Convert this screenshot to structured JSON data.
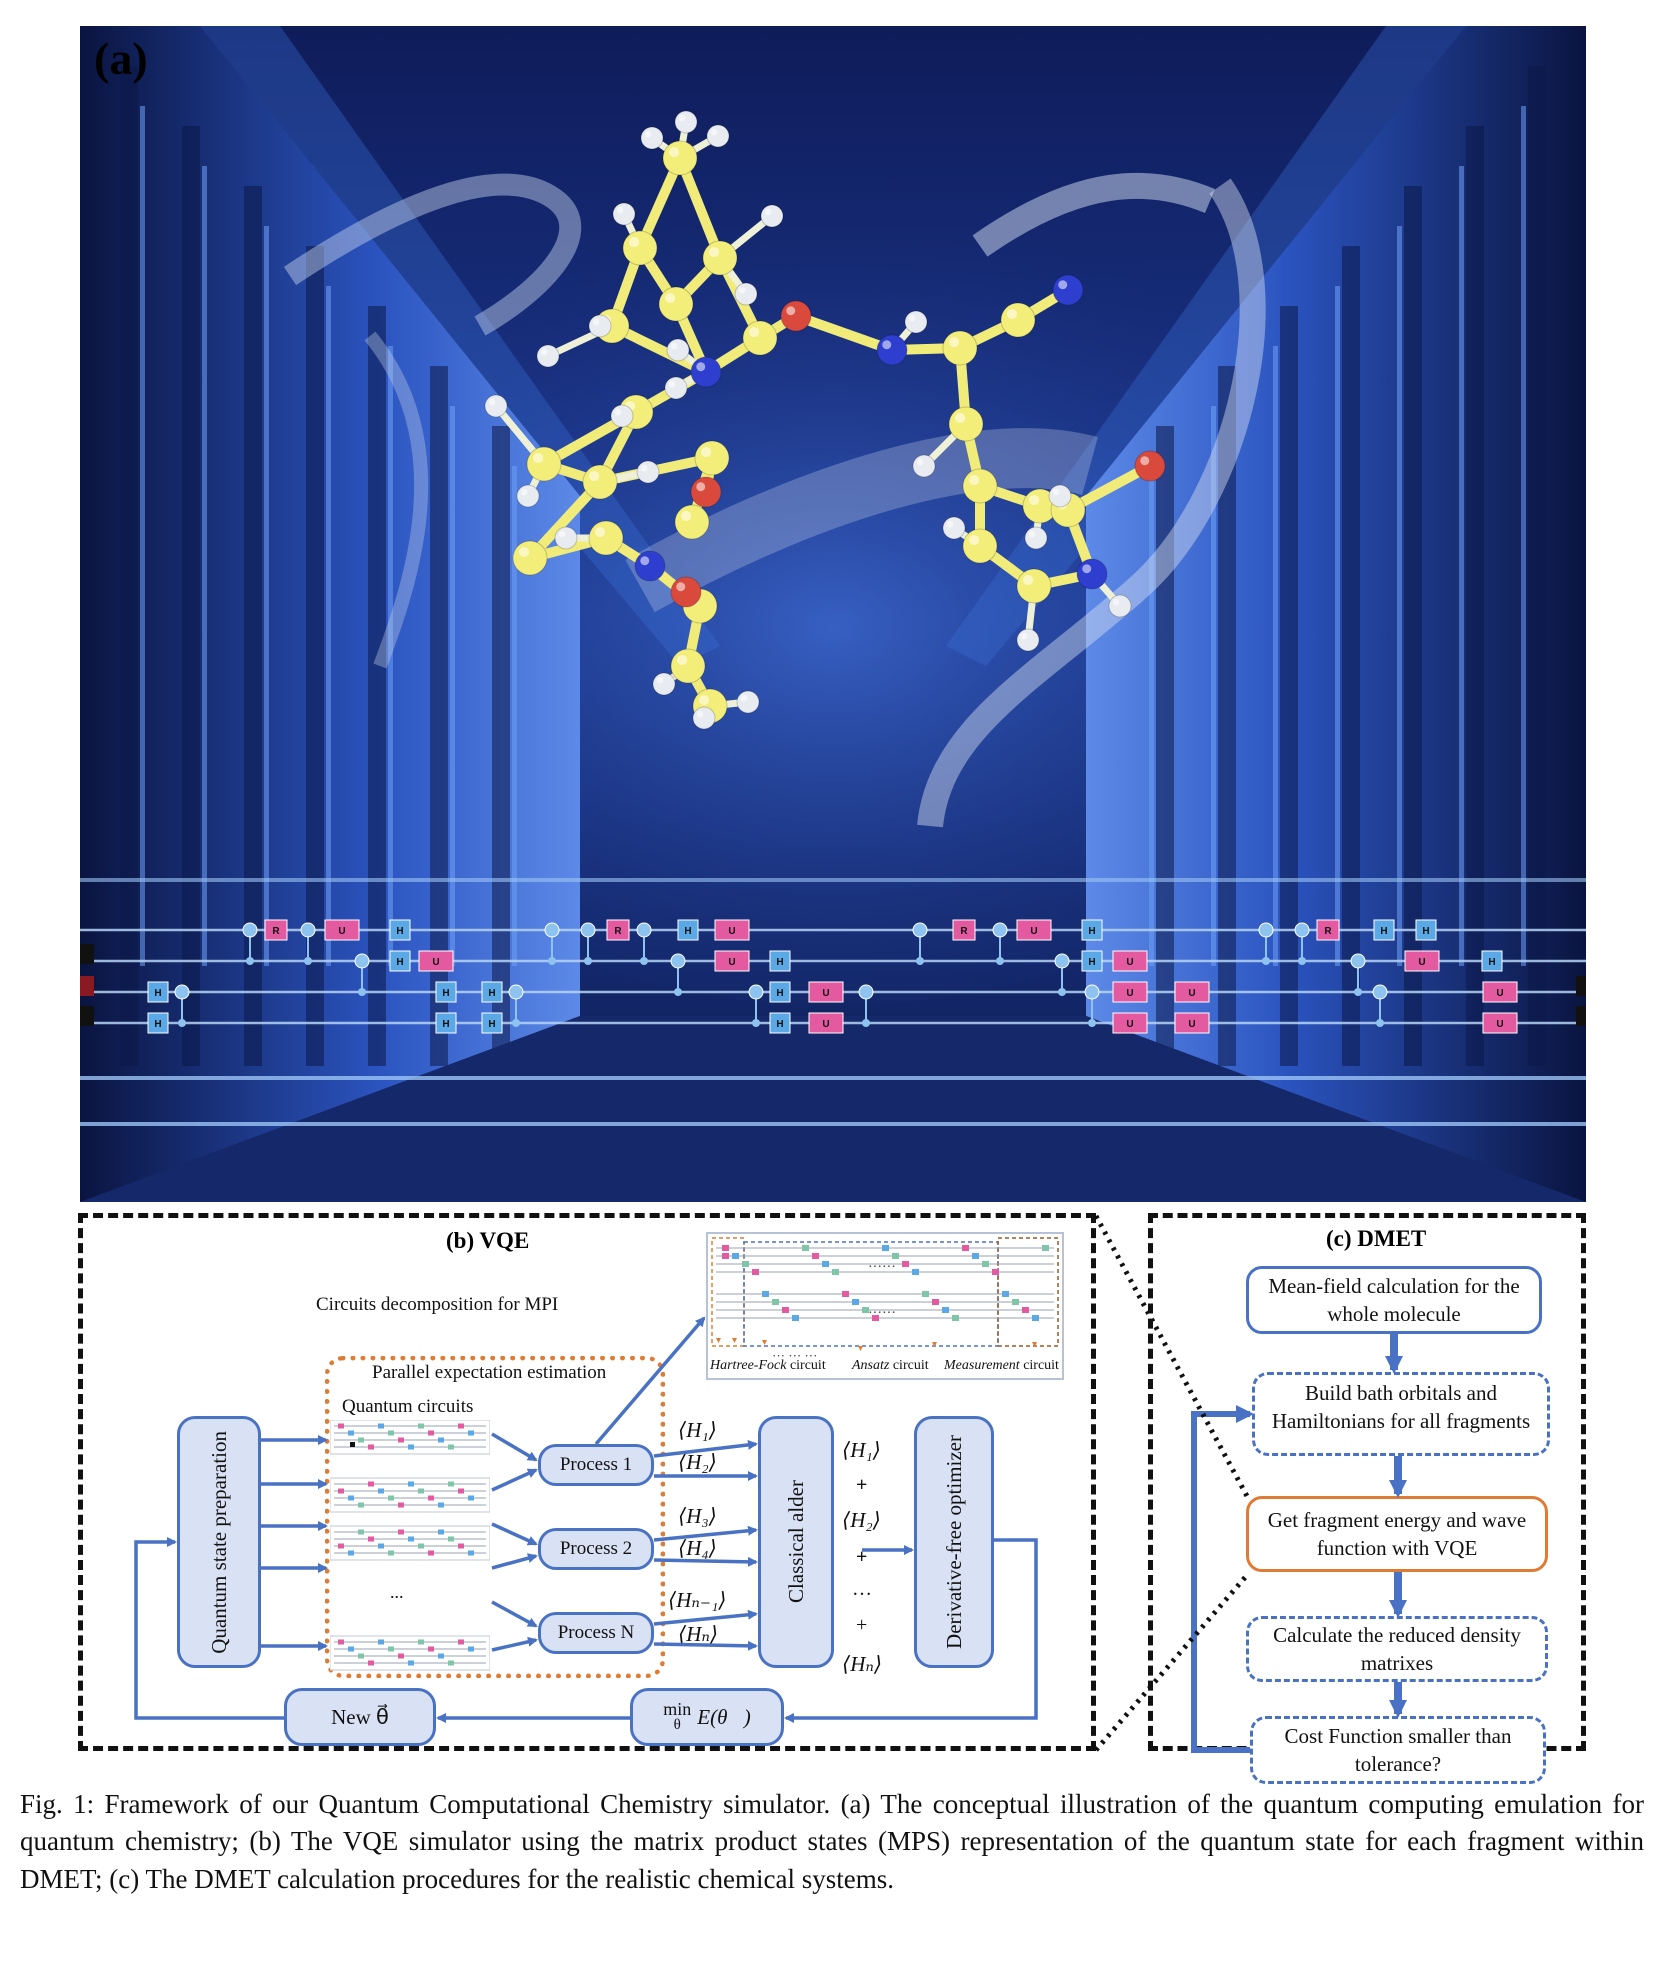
{
  "panel_a": {
    "label": "(a)",
    "gate_labels": [
      "H",
      "R",
      "U"
    ]
  },
  "panel_b": {
    "title": "(b) VQE",
    "circuits_decomposition": "Circuits decomposition for MPI",
    "parallel_estimation": "Parallel expectation estimation",
    "quantum_circuits": "Quantum circuits",
    "state_preparation": "Quantum state preparation",
    "processes": [
      "Process 1",
      "Process 2",
      "Process N"
    ],
    "ellipsis": "...",
    "classical_adder": "Classical alder",
    "optimizer": "Derivative-free optimizer",
    "new_theta": "New θ⃗",
    "min_energy_min": "min",
    "min_energy_sub": "θ",
    "min_energy_expr": "E(θ⃗)",
    "expectations_left": [
      "⟨H₁⟩",
      "⟨H₂⟩",
      "⟨H₃⟩",
      "⟨H₄⟩",
      "⟨Hₙ₋₁⟩",
      "⟨Hₙ⟩"
    ],
    "sum_terms": [
      "⟨H₁⟩",
      "+",
      "⟨H₂⟩",
      "+",
      "…",
      "+",
      "⟨Hₙ⟩"
    ],
    "inset": {
      "hf": "Hartree-Fock",
      "ansatz": "Ansatz",
      "measurement": "Measurement",
      "suffix": " circuit",
      "dots": "······",
      "dots2": "···  ···  ···"
    }
  },
  "panel_c": {
    "title": "(c) DMET",
    "steps": [
      "Mean-field calculation for the whole molecule",
      "Build bath orbitals and Hamiltonians for all fragments",
      "Get fragment energy and wave function with VQE",
      "Calculate the reduced density matrixes",
      "Cost Function smaller than tolerance?"
    ]
  },
  "caption": "Fig. 1: Framework of our Quantum Computational Chemistry simulator. (a) The conceptual illustration of the quantum computing emulation for quantum chemistry; (b) The VQE simulator using the matrix product states (MPS) representation of the quantum state for each fragment within DMET; (c) The DMET calculation procedures for the realistic chemical systems.",
  "colors": {
    "accent_blue": "#4a72c4",
    "box_fill": "#d9e1f4",
    "orange": "#e07b34",
    "gate_blue": "#5aa9e6",
    "gate_pink": "#e45aa0",
    "atom_carbon": "#f3ee7a",
    "atom_nitrogen": "#2e3fcf",
    "atom_oxygen": "#d94a3c",
    "atom_hydrogen": "#e8ecf0"
  }
}
